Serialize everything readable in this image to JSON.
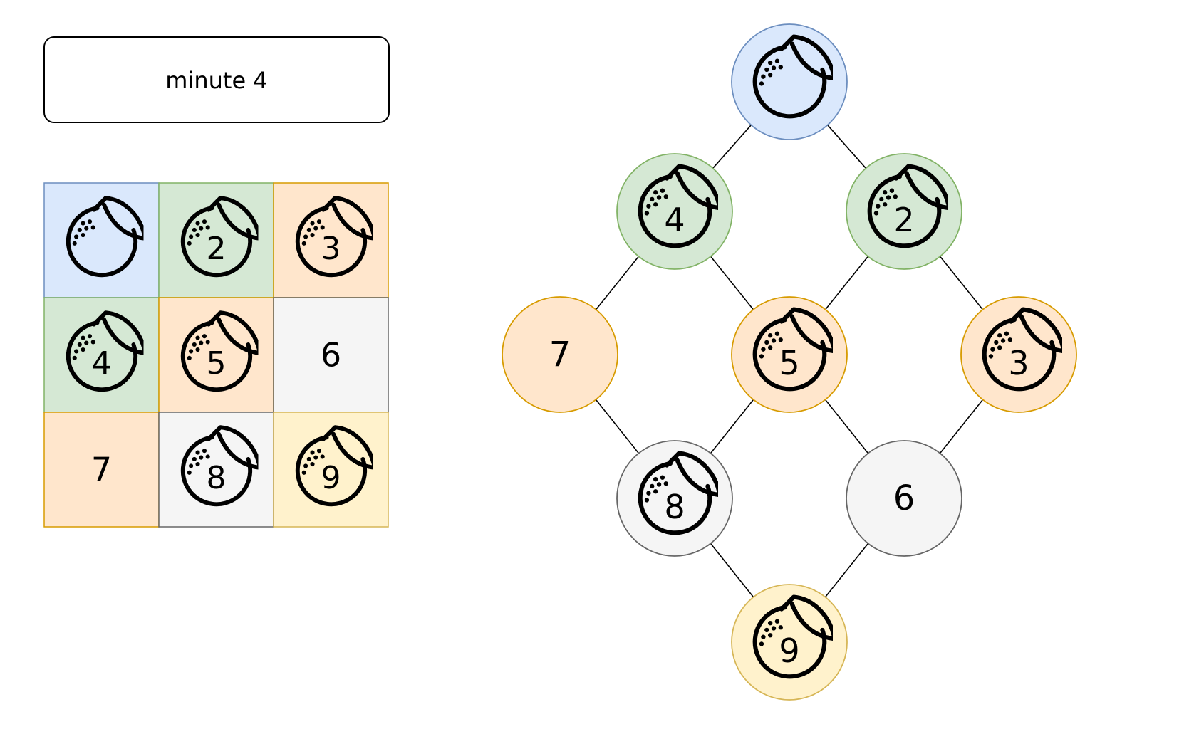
{
  "title_box": {
    "text": "minute 4"
  },
  "colors": {
    "blue_fill": "#dae8fc",
    "blue_stroke": "#6c8ebf",
    "green_fill": "#d5e8d4",
    "green_stroke": "#82b366",
    "orange_fill": "#ffe6cc",
    "orange_stroke": "#d79b00",
    "gray_fill": "#f5f5f5",
    "gray_stroke": "#666666",
    "yellow_fill": "#fff2cc",
    "yellow_stroke": "#d6b656"
  },
  "grid": {
    "cells": [
      {
        "label": "",
        "color": "blue",
        "orange_icon": true
      },
      {
        "label": "2",
        "color": "green",
        "orange_icon": true
      },
      {
        "label": "3",
        "color": "orange",
        "orange_icon": true
      },
      {
        "label": "4",
        "color": "green",
        "orange_icon": true
      },
      {
        "label": "5",
        "color": "orange",
        "orange_icon": true
      },
      {
        "label": "6",
        "color": "gray",
        "orange_icon": false
      },
      {
        "label": "7",
        "color": "orange",
        "orange_icon": false
      },
      {
        "label": "8",
        "color": "gray",
        "orange_icon": true
      },
      {
        "label": "9",
        "color": "yellow",
        "orange_icon": true
      }
    ]
  },
  "graph": {
    "nodes": [
      {
        "id": "n1",
        "label": "",
        "color": "blue",
        "orange_icon": true
      },
      {
        "id": "n4",
        "label": "4",
        "color": "green",
        "orange_icon": true
      },
      {
        "id": "n2",
        "label": "2",
        "color": "green",
        "orange_icon": true
      },
      {
        "id": "n7",
        "label": "7",
        "color": "orange",
        "orange_icon": false
      },
      {
        "id": "n5",
        "label": "5",
        "color": "orange",
        "orange_icon": true
      },
      {
        "id": "n3",
        "label": "3",
        "color": "orange",
        "orange_icon": true
      },
      {
        "id": "n8",
        "label": "8",
        "color": "gray",
        "orange_icon": true
      },
      {
        "id": "n6",
        "label": "6",
        "color": "gray",
        "orange_icon": false
      },
      {
        "id": "n9",
        "label": "9",
        "color": "yellow",
        "orange_icon": true
      }
    ],
    "edges": [
      [
        "n1",
        "n4"
      ],
      [
        "n1",
        "n2"
      ],
      [
        "n4",
        "n7"
      ],
      [
        "n4",
        "n5"
      ],
      [
        "n2",
        "n5"
      ],
      [
        "n2",
        "n3"
      ],
      [
        "n7",
        "n8"
      ],
      [
        "n5",
        "n8"
      ],
      [
        "n5",
        "n6"
      ],
      [
        "n3",
        "n6"
      ],
      [
        "n8",
        "n9"
      ],
      [
        "n6",
        "n9"
      ]
    ]
  }
}
